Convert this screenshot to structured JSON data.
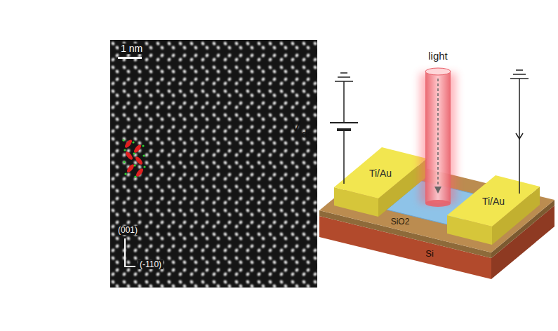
{
  "diagram": {
    "nodes": [
      {
        "text": [
          "Ti/Au"
        ]
      },
      {
        "text": [
          "Ti/Au"
        ]
      },
      {
        "text": [
          "SiO2"
        ]
      },
      {
        "text": [
          "Si"
        ]
      }
    ],
    "labels": [
      "1 nm",
      "(001)",
      "(-110)",
      "light",
      "V",
      "ds"
    ]
  }
}
